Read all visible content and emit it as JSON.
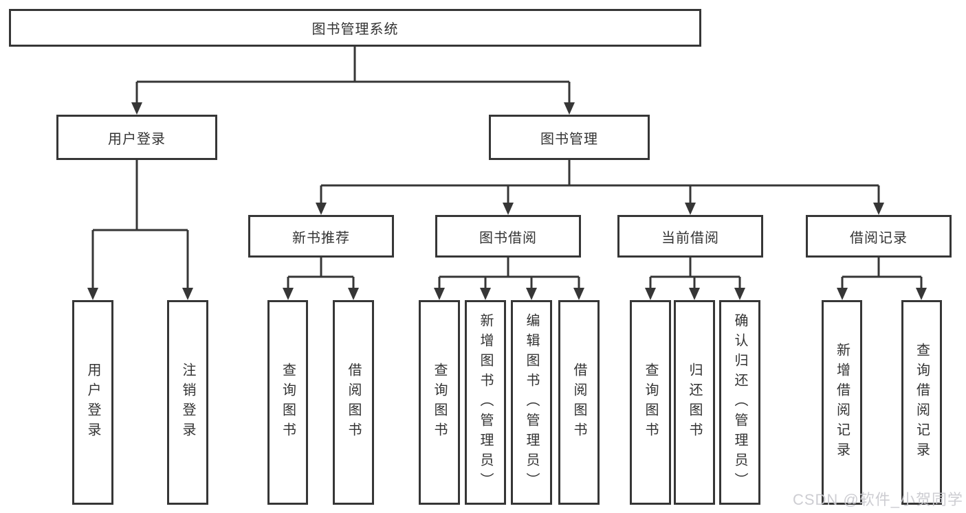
{
  "tree": {
    "root": {
      "label": "图书管理系统"
    },
    "children": [
      {
        "label": "用户登录",
        "children": [
          {
            "label": "用户登录"
          },
          {
            "label": "注销登录"
          }
        ]
      },
      {
        "label": "图书管理",
        "children": [
          {
            "label": "新书推荐",
            "children": [
              {
                "label": "查询图书"
              },
              {
                "label": "借阅图书"
              }
            ]
          },
          {
            "label": "图书借阅",
            "children": [
              {
                "label": "查询图书"
              },
              {
                "label": "新增图书（管理员）"
              },
              {
                "label": "编辑图书（管理员）"
              },
              {
                "label": "借阅图书"
              }
            ]
          },
          {
            "label": "当前借阅",
            "children": [
              {
                "label": "查询图书"
              },
              {
                "label": "归还图书"
              },
              {
                "label": "确认归还（管理员）"
              }
            ]
          },
          {
            "label": "借阅记录",
            "children": [
              {
                "label": "新增借阅记录"
              },
              {
                "label": "查询借阅记录"
              }
            ]
          }
        ]
      }
    ]
  },
  "watermark": {
    "text": "CSDN @软件_小贺同学"
  },
  "colors": {
    "line": "#363636",
    "text": "#333333",
    "background": "#ffffff",
    "watermark": "#c9c9cd"
  }
}
